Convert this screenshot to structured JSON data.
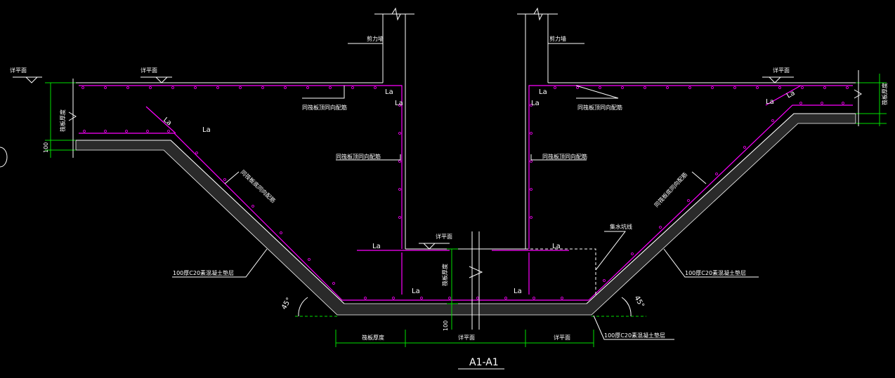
{
  "drawing": {
    "title": "A1-A1",
    "labels": {
      "shear_wall_left": "剪力墙",
      "shear_wall_right": "剪力墙",
      "level_left_outer": "详平面",
      "level_left_inner": "详平面",
      "level_right": "详平面",
      "level_center": "详平面",
      "note_left_top": "同筏板顶同向配筋",
      "note_right_top": "同筏板顶同向配筋",
      "note_left_mid": "同筏板顶同向配筋",
      "note_right_mid": "同筏板顶同向配筋",
      "note_left_slope": "同筏板底同向配筋",
      "note_right_slope": "同筏板底同向配筋",
      "raft_thickness_left": "筏板厚度",
      "raft_thickness_right": "筏板厚度",
      "raft_thickness_center": "筏板厚度",
      "dim_100_left": "100",
      "dim_100_center": "100",
      "concrete_left": "100厚C20素混凝土垫层",
      "concrete_right": "100厚C20素混凝土垫层",
      "concrete_bottom": "100厚C20素混凝土垫层",
      "rebar_line": "集水坑线",
      "dim_bottom_1": "筏板厚度",
      "dim_bottom_2": "详平面",
      "dim_bottom_3": "详平面",
      "angle_left": "45°",
      "angle_right": "45°",
      "la": "La"
    }
  },
  "colors": {
    "background": "#000000",
    "lines": "#ffffff",
    "rebar": "#ff00ff",
    "dimension": "#00e000"
  }
}
